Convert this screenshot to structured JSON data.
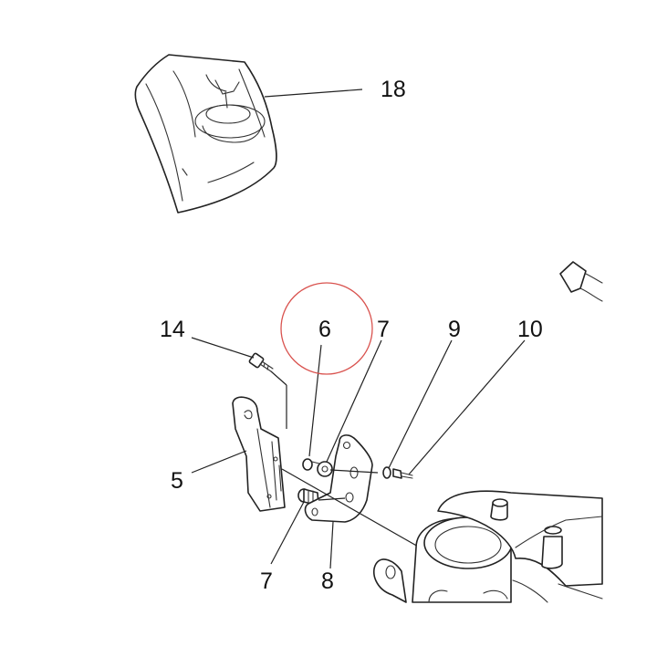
{
  "callouts": {
    "c18": "18",
    "c14": "14",
    "c6": "6",
    "c7_top": "7",
    "c9": "9",
    "c10": "10",
    "c5": "5",
    "c7_bottom": "7",
    "c8": "8"
  },
  "highlight": {
    "target": "6",
    "color": "#d9534f"
  }
}
